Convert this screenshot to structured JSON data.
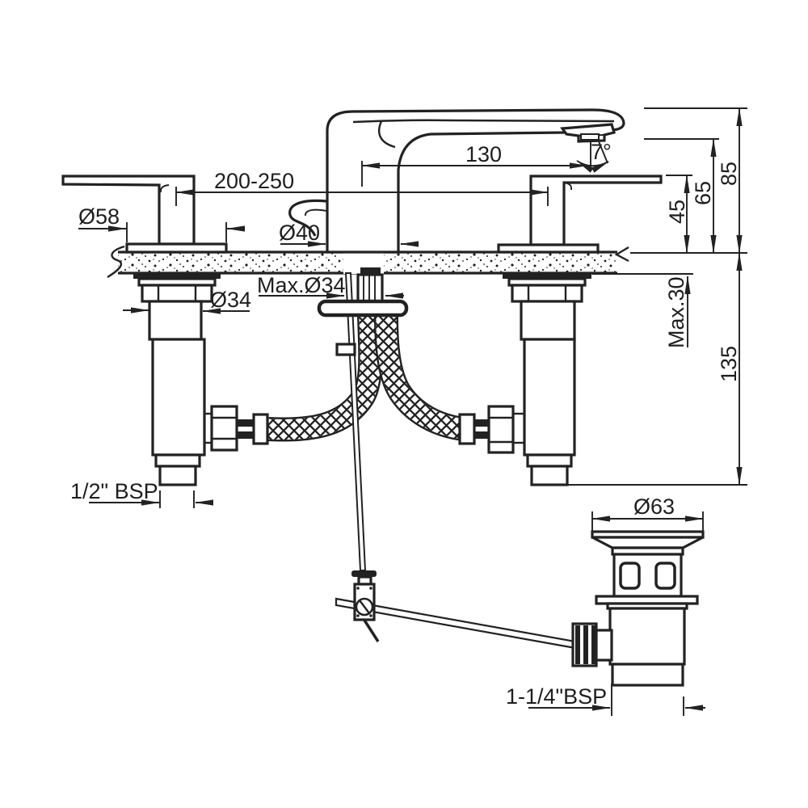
{
  "drawing": {
    "labels": {
      "hole_distance": "200-250",
      "spout_reach": "130",
      "aerator_angle": "7°",
      "height_overall": "85",
      "height_aerator": "65",
      "height_handle": "45",
      "handle_base_dia": "Ø58",
      "spout_base_dia": "Ø40",
      "max_hole_dia": "Max.Ø34",
      "shank_dia": "Ø34",
      "max_deck_thickness": "Max.30",
      "under_counter_depth": "135",
      "inlet_thread": "1/2\" BSP",
      "waste_flange_dia": "Ø63",
      "waste_thread": "1-1/4\"BSP"
    }
  }
}
